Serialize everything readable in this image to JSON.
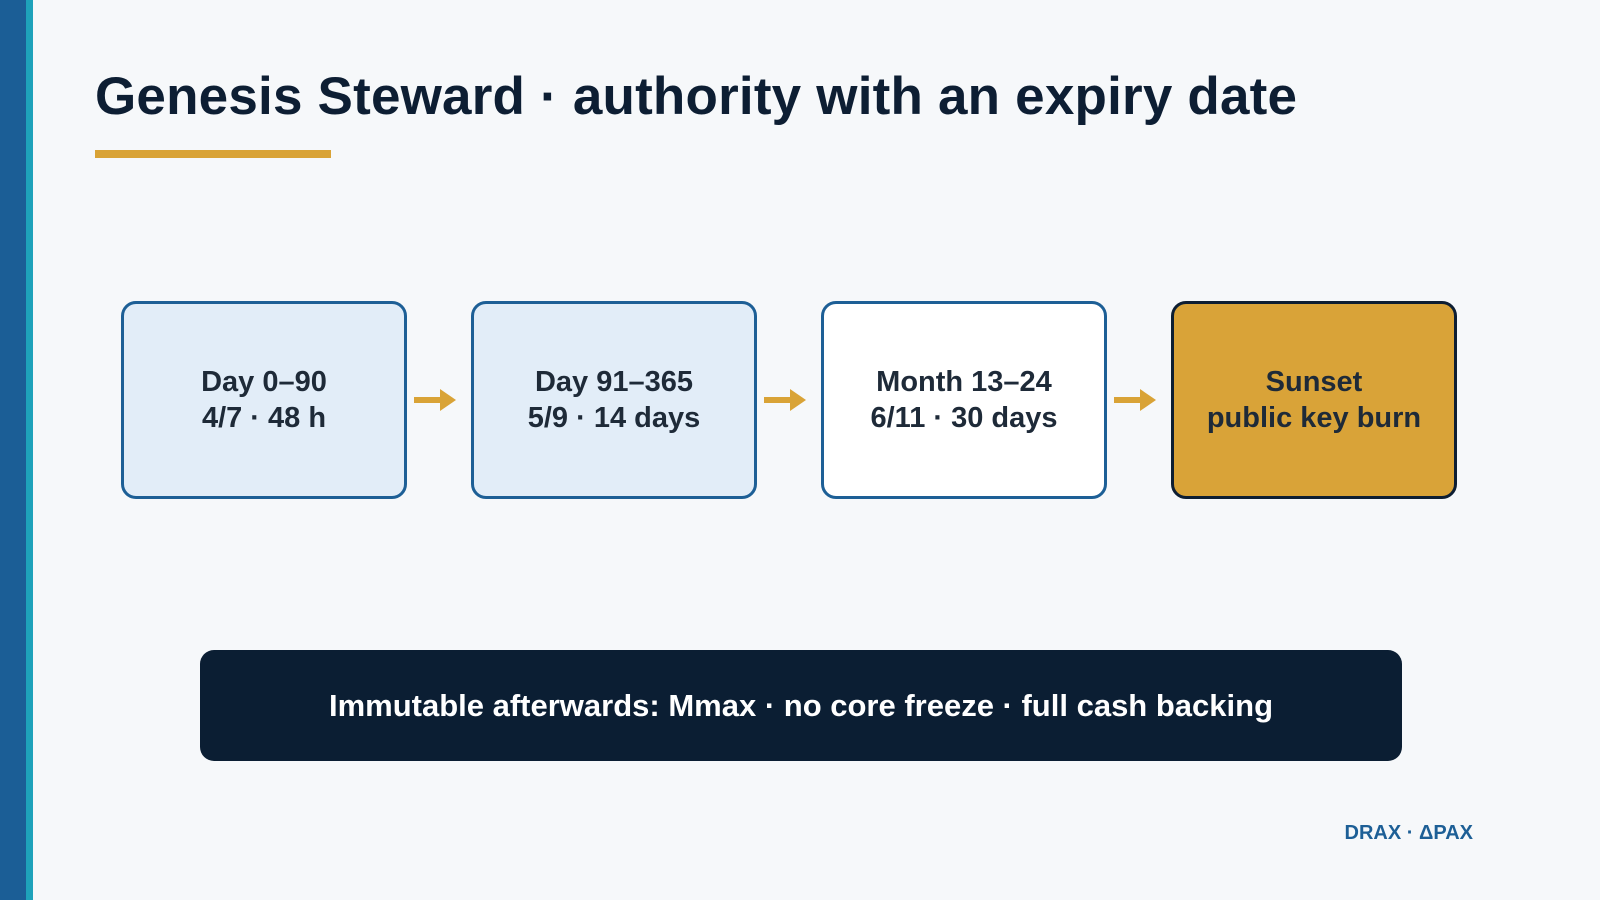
{
  "slide": {
    "title": "Genesis Steward · authority with an expiry date"
  },
  "stages": [
    {
      "line1": "Day 0–90",
      "line2": "4/7 · 48 h"
    },
    {
      "line1": "Day 91–365",
      "line2": "5/9 · 14 days"
    },
    {
      "line1": "Month 13–24",
      "line2": "6/11 · 30 days"
    },
    {
      "line1": "Sunset",
      "line2": "public key burn"
    }
  ],
  "banner": {
    "text": "Immutable afterwards: Mmax · no core freeze · full cash backing"
  },
  "brand": {
    "text": "DRAX · ΔPAX"
  },
  "colors": {
    "accent_gold": "#d9a336",
    "brand_blue": "#1d5f96",
    "accent_teal": "#1ea2ba",
    "navy": "#0b1e33",
    "stage_light": "#e2edf8"
  }
}
